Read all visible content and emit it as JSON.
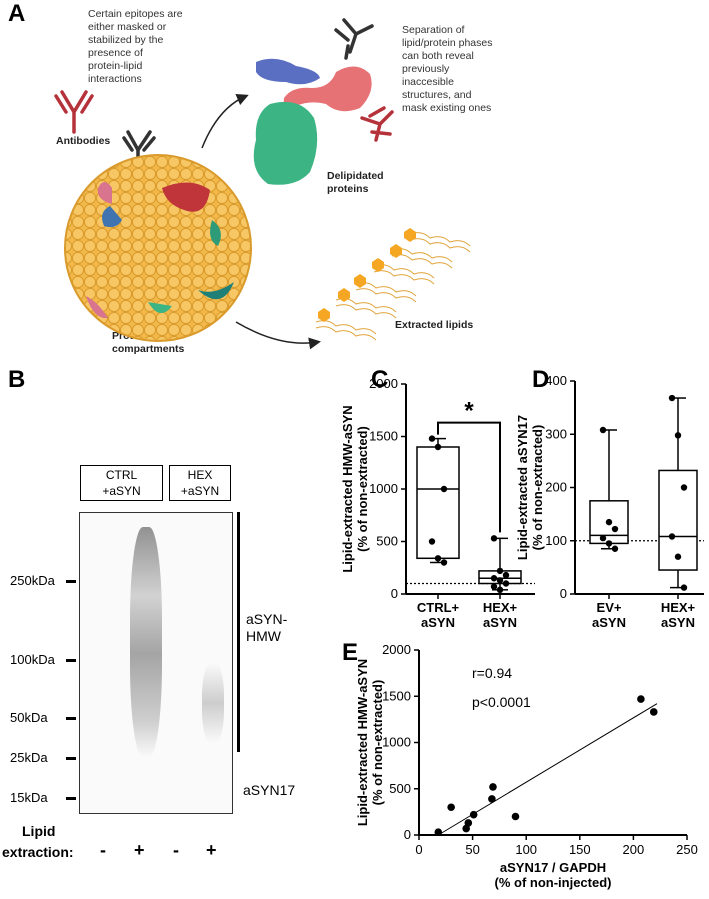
{
  "panel_letters": {
    "a": "A",
    "b": "B",
    "c": "C",
    "d": "D",
    "e": "E"
  },
  "schematic": {
    "note_epitopes": [
      "Certain epitopes are",
      "either masked or",
      "stabilized by the",
      "presence of",
      "protein-lipid",
      "interactions"
    ],
    "note_separation": [
      "Separation of",
      "lipid/protein phases",
      "can both reveal",
      "previously",
      "inaccesible",
      "structures, and",
      "mask existing ones"
    ],
    "antibodies_label": "Antibodies",
    "delipidated_label": [
      "Delipidated",
      "proteins"
    ],
    "extracted_lipids_label": "Extracted lipids",
    "compartments_label": [
      "Protein-lipid",
      "compartments"
    ]
  },
  "blot": {
    "lane_groups": [
      {
        "lines": [
          "CTRL",
          "+aSYN"
        ]
      },
      {
        "lines": [
          "HEX",
          "+aSYN"
        ]
      }
    ],
    "markers": [
      "250kDa",
      "100kDa",
      "50kDa",
      "25kDa",
      "15kDa"
    ],
    "hmw_label": [
      "aSYN-",
      "HMW"
    ],
    "asyn17_label": "aSYN17",
    "lipid_label": "Lipid",
    "extraction_label": "extraction:",
    "lane_signs": [
      "-",
      "+",
      "-",
      "+"
    ]
  },
  "chart_data": [
    {
      "panel": "C",
      "type": "box",
      "ylabel": [
        "Lipid-extracted HMW-aSYN",
        "(% of non-extracted)"
      ],
      "ylim": [
        0,
        2000
      ],
      "yticks": [
        0,
        500,
        1000,
        1500,
        2000
      ],
      "categories": [
        [
          "CTRL+",
          "aSYN"
        ],
        [
          "HEX+",
          "aSYN"
        ]
      ],
      "boxes": [
        {
          "min": 300,
          "q1": 340,
          "median": 1000,
          "q3": 1400,
          "max": 1480
        },
        {
          "min": 40,
          "q1": 100,
          "median": 150,
          "q3": 220,
          "max": 530
        }
      ],
      "points": [
        [
          1480,
          1400,
          1000,
          500,
          340,
          300
        ],
        [
          530,
          220,
          180,
          150,
          130,
          100,
          70,
          40
        ]
      ],
      "reference_line": 100,
      "significance": "*"
    },
    {
      "panel": "D",
      "type": "box",
      "ylabel": [
        "Lipid-extracted aSYN17",
        "(% of non-extracted)"
      ],
      "ylim": [
        0,
        400
      ],
      "yticks": [
        0,
        100,
        200,
        300,
        400
      ],
      "categories": [
        [
          "EV+",
          "aSYN"
        ],
        [
          "HEX+",
          "aSYN"
        ]
      ],
      "boxes": [
        {
          "min": 85,
          "q1": 95,
          "median": 110,
          "q3": 175,
          "max": 308
        },
        {
          "min": 12,
          "q1": 45,
          "median": 108,
          "q3": 232,
          "max": 368
        }
      ],
      "points": [
        [
          308,
          135,
          122,
          105,
          95,
          85
        ],
        [
          368,
          298,
          200,
          108,
          70,
          12
        ]
      ],
      "reference_line": 100
    },
    {
      "panel": "E",
      "type": "scatter",
      "xlabel": [
        "aSYN17 / GAPDH",
        "(% of non-injected)"
      ],
      "ylabel": [
        "Lipid-extracted HMW-aSYN",
        "(% of non-extracted)"
      ],
      "xlim": [
        0,
        250
      ],
      "ylim": [
        0,
        2000
      ],
      "xticks": [
        0,
        50,
        100,
        150,
        200,
        250
      ],
      "yticks": [
        0,
        500,
        1000,
        1500,
        2000
      ],
      "points": [
        {
          "x": 18,
          "y": 30
        },
        {
          "x": 30,
          "y": 300
        },
        {
          "x": 44,
          "y": 70
        },
        {
          "x": 46,
          "y": 130
        },
        {
          "x": 51,
          "y": 220
        },
        {
          "x": 68,
          "y": 390
        },
        {
          "x": 69,
          "y": 520
        },
        {
          "x": 90,
          "y": 200
        },
        {
          "x": 207,
          "y": 1470
        },
        {
          "x": 219,
          "y": 1330
        }
      ],
      "fit_line": [
        {
          "x": 18,
          "y": 0
        },
        {
          "x": 222,
          "y": 1420
        }
      ],
      "stat_r": "r=0.94",
      "stat_p": "p<0.0001"
    }
  ]
}
